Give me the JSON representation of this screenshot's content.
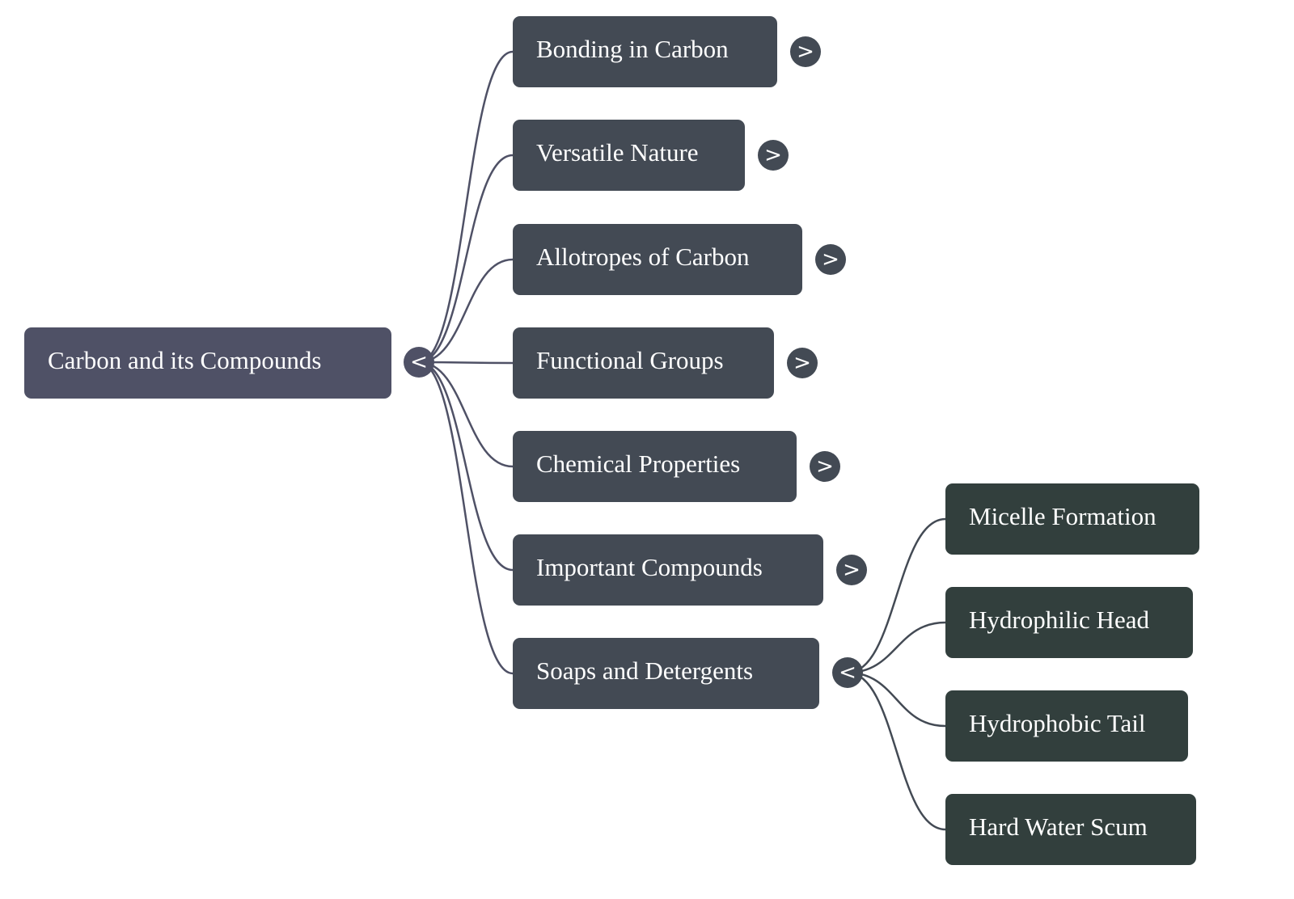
{
  "colors": {
    "root_fill": "#4f5166",
    "level1_fill": "#434a54",
    "level2_fill": "#323f3d",
    "edge_root": "#4f5166",
    "edge_level2": "#434a54",
    "text": "#ffffff"
  },
  "mindmap": {
    "root": {
      "label": "Carbon and its Compounds",
      "toggle": "<",
      "expanded": true
    },
    "branches": [
      {
        "label": "Bonding in Carbon",
        "toggle": ">",
        "expanded": false
      },
      {
        "label": "Versatile Nature",
        "toggle": ">",
        "expanded": false
      },
      {
        "label": "Allotropes of Carbon",
        "toggle": ">",
        "expanded": false
      },
      {
        "label": "Functional Groups",
        "toggle": ">",
        "expanded": false
      },
      {
        "label": "Chemical Properties",
        "toggle": ">",
        "expanded": false
      },
      {
        "label": "Important Compounds",
        "toggle": ">",
        "expanded": false
      },
      {
        "label": "Soaps and Detergents",
        "toggle": "<",
        "expanded": true,
        "children": [
          {
            "label": "Micelle Formation"
          },
          {
            "label": "Hydrophilic Head"
          },
          {
            "label": "Hydrophobic Tail"
          },
          {
            "label": "Hard Water Scum"
          }
        ]
      }
    ]
  }
}
